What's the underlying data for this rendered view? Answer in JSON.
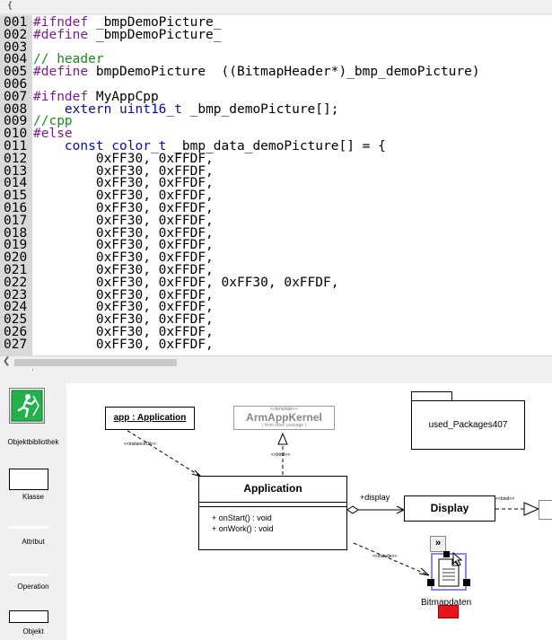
{
  "editor": {
    "top_brace": "{",
    "lines": [
      {
        "num": "001",
        "segments": [
          {
            "c": "kw",
            "t": "#ifndef"
          },
          {
            "c": "",
            "t": " _bmpDemoPicture_"
          }
        ]
      },
      {
        "num": "002",
        "segments": [
          {
            "c": "kw",
            "t": "#define"
          },
          {
            "c": "",
            "t": " _bmpDemoPicture_"
          }
        ]
      },
      {
        "num": "003",
        "segments": []
      },
      {
        "num": "004",
        "segments": [
          {
            "c": "cm",
            "t": "// header"
          }
        ]
      },
      {
        "num": "005",
        "segments": [
          {
            "c": "kw",
            "t": "#define"
          },
          {
            "c": "",
            "t": " bmpDemoPicture  ((BitmapHeader*)_bmp_demoPicture)"
          }
        ]
      },
      {
        "num": "006",
        "segments": []
      },
      {
        "num": "007",
        "segments": [
          {
            "c": "kw",
            "t": "#ifndef"
          },
          {
            "c": "",
            "t": " MyAppCpp"
          }
        ]
      },
      {
        "num": "008",
        "segments": [
          {
            "c": "",
            "t": "    "
          },
          {
            "c": "ty",
            "t": "extern uint16_t"
          },
          {
            "c": "",
            "t": " _bmp_demoPicture[];"
          }
        ]
      },
      {
        "num": "009",
        "segments": [
          {
            "c": "cm",
            "t": "//cpp"
          }
        ]
      },
      {
        "num": "010",
        "segments": [
          {
            "c": "kw",
            "t": "#else"
          }
        ]
      },
      {
        "num": "011",
        "segments": [
          {
            "c": "",
            "t": "    "
          },
          {
            "c": "ty",
            "t": "const color_t"
          },
          {
            "c": "",
            "t": " _bmp_data_demoPicture[] = {"
          }
        ]
      },
      {
        "num": "012",
        "segments": [
          {
            "c": "",
            "t": "        0xFF30, 0xFFDF,"
          }
        ]
      },
      {
        "num": "013",
        "segments": [
          {
            "c": "",
            "t": "        0xFF30, 0xFFDF,"
          }
        ]
      },
      {
        "num": "014",
        "segments": [
          {
            "c": "",
            "t": "        0xFF30, 0xFFDF,"
          }
        ]
      },
      {
        "num": "015",
        "segments": [
          {
            "c": "",
            "t": "        0xFF30, 0xFFDF,"
          }
        ]
      },
      {
        "num": "016",
        "segments": [
          {
            "c": "",
            "t": "        0xFF30, 0xFFDF,"
          }
        ]
      },
      {
        "num": "017",
        "segments": [
          {
            "c": "",
            "t": "        0xFF30, 0xFFDF,"
          }
        ]
      },
      {
        "num": "018",
        "segments": [
          {
            "c": "",
            "t": "        0xFF30, 0xFFDF,"
          }
        ]
      },
      {
        "num": "019",
        "segments": [
          {
            "c": "",
            "t": "        0xFF30, 0xFFDF,"
          }
        ]
      },
      {
        "num": "020",
        "segments": [
          {
            "c": "",
            "t": "        0xFF30, 0xFFDF,"
          }
        ]
      },
      {
        "num": "021",
        "segments": [
          {
            "c": "",
            "t": "        0xFF30, 0xFFDF,"
          }
        ]
      },
      {
        "num": "022",
        "segments": [
          {
            "c": "",
            "t": "        0xFF30, 0xFFDF, 0xFF30, 0xFFDF,"
          }
        ]
      },
      {
        "num": "023",
        "segments": [
          {
            "c": "",
            "t": "        0xFF30, 0xFFDF,"
          }
        ]
      },
      {
        "num": "024",
        "segments": [
          {
            "c": "",
            "t": "        0xFF30, 0xFFDF,"
          }
        ]
      },
      {
        "num": "025",
        "segments": [
          {
            "c": "",
            "t": "        0xFF30, 0xFFDF,"
          }
        ]
      },
      {
        "num": "026",
        "segments": [
          {
            "c": "",
            "t": "        0xFF30, 0xFFDF,"
          }
        ]
      },
      {
        "num": "027",
        "segments": [
          {
            "c": "",
            "t": "        0xFF30, 0xFFDF,"
          }
        ]
      }
    ]
  },
  "palette": {
    "items": [
      "Objektbibliothek",
      "Klasse",
      "Attribut",
      "Operation",
      "Objekt"
    ]
  },
  "diagram": {
    "app_object": "app : Application",
    "instance_of": "<<instanceOf>>",
    "template_stereo": "<<template>>",
    "kernel_name": "ArmAppKernel",
    "kernel_note": "( from other package )",
    "bind1": "<<bind>>",
    "package_name": "used_Packages407",
    "class_name": "Application",
    "ops": [
      "+ onStart() : void",
      "+ onWork() : void"
    ],
    "assoc_label": "+display",
    "display_name": "Display",
    "bind2": "<<bind>>",
    "include_label": "<<include>>",
    "expand_btn": "»",
    "artifact_label": "Bitmapdaten"
  },
  "colors": {
    "gutter": "#d9d9d9",
    "keyword": "#7a1e8c",
    "type": "#0b0b9a",
    "comment": "#1a8a1a",
    "selection": "#8a8ae6",
    "red_block": "#e8141a"
  }
}
